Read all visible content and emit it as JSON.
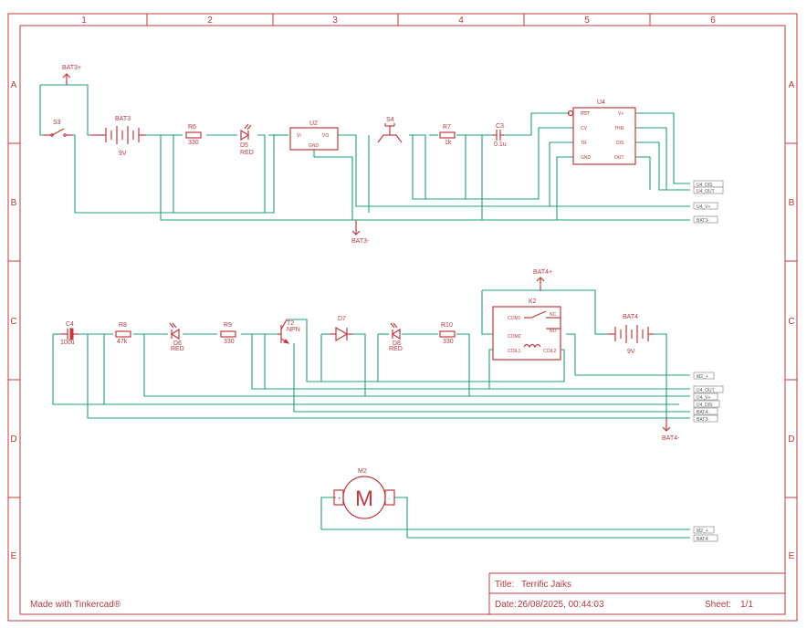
{
  "sheet": {
    "columns": [
      "1",
      "2",
      "3",
      "4",
      "5",
      "6"
    ],
    "rows": [
      "A",
      "B",
      "C",
      "D",
      "E"
    ],
    "made_with": "Made with Tinkercad®"
  },
  "title_block": {
    "title_label": "Title:",
    "title": "Terrific Jaiks",
    "date_label": "Date:",
    "date": "26/08/2025, 00:44:03",
    "sheet_label": "Sheet:",
    "sheet_value": "1/1"
  },
  "components": {
    "s3": "S3",
    "bat3": "BAT3",
    "bat3_value": "9V",
    "r6": "R6",
    "r6_value": "330",
    "d5": "D5",
    "d5_value": "RED",
    "u2": "U2",
    "u2_vi": "VI",
    "u2_vo": "VO",
    "u2_gnd": "GND",
    "s4": "S4",
    "r7": "R7",
    "r7_value": "1k",
    "c3": "C3",
    "c3_value": "0.1u",
    "u4": "U4",
    "u4_rst": "RST",
    "u4_cv": "CV",
    "u4_tr": "TR",
    "u4_gnd": "GND",
    "u4_vplus": "V+",
    "u4_thr": "THR",
    "u4_dis": "DIS",
    "u4_out": "OUT",
    "c4": "C4",
    "c4_value": "100u",
    "r8": "R8",
    "r8_value": "47k",
    "d6": "D6",
    "d6_value": "RED",
    "r9": "R9",
    "r9_value": "330",
    "t2": "T2",
    "t2_value": "NPN",
    "d7": "D7",
    "d8": "D8",
    "d8_value": "RED",
    "r10": "R10",
    "r10_value": "330",
    "k2": "K2",
    "k2_com1": "COM1",
    "k2_nc": "NC",
    "k2_com2": "COM2",
    "k2_no": "NO",
    "k2_coil1": "COIL1",
    "k2_coil2": "COIL2",
    "bat4": "BAT4",
    "bat4_value": "9V",
    "m2": "M2",
    "m2_symbol": "M"
  },
  "power": {
    "bat3_plus": "BAT3+",
    "bat3_minus": "BAT3-",
    "bat4_plus": "BAT4+",
    "bat4_minus": "BAT4-"
  },
  "net_labels": {
    "top": [
      "U4_DIS",
      "U4_OUT",
      "U4_V+",
      "BAT3-"
    ],
    "middle": [
      "M2_+",
      "U4_OUT",
      "U4_V+",
      "U4_DIS",
      "BAT4-",
      "BAT3-"
    ],
    "bottom": [
      "M2_+",
      "BAT4-"
    ]
  },
  "colors": {
    "symbol": "#c0393f",
    "wire": "#1fa07a"
  }
}
